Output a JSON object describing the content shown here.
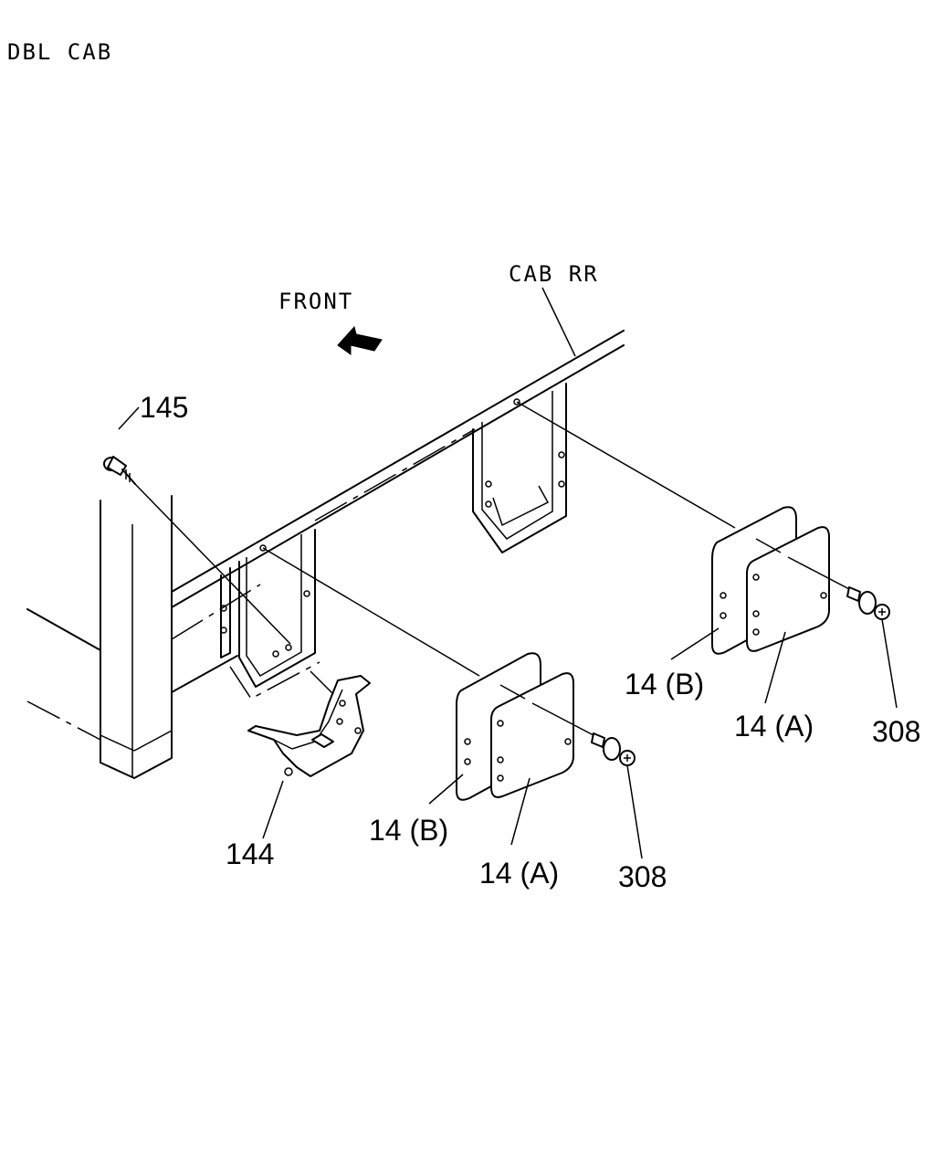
{
  "diagram": {
    "title": "DBL CAB",
    "labels": {
      "cab_rr": "CAB RR",
      "front": "FRONT"
    },
    "parts": [
      {
        "id": "145",
        "label": "145"
      },
      {
        "id": "14b-right",
        "label": "14 (B)"
      },
      {
        "id": "14a-right",
        "label": "14 (A)"
      },
      {
        "id": "308-right",
        "label": "308"
      },
      {
        "id": "14b-left",
        "label": "14 (B)"
      },
      {
        "id": "14a-left",
        "label": "14 (A)"
      },
      {
        "id": "308-left",
        "label": "308"
      },
      {
        "id": "144",
        "label": "144"
      }
    ]
  }
}
